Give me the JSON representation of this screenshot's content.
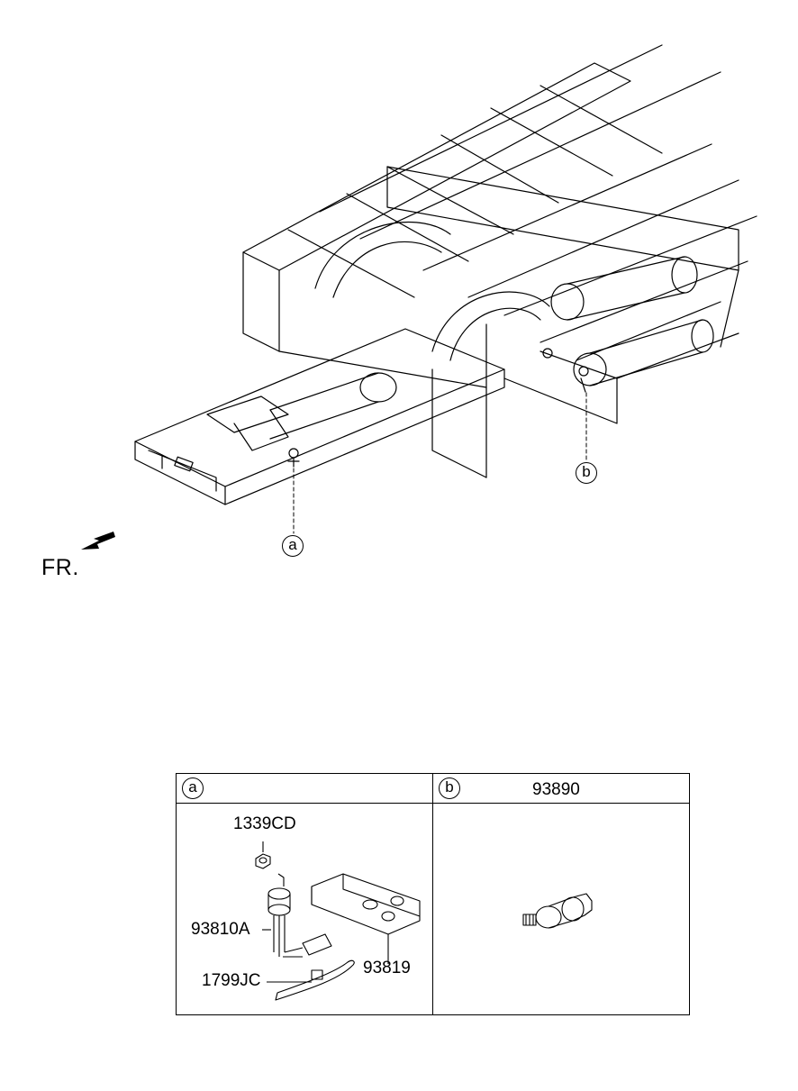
{
  "diagram": {
    "front_indicator": "FR.",
    "callouts": [
      {
        "id": "a",
        "label": "a"
      },
      {
        "id": "b",
        "label": "b"
      }
    ]
  },
  "parts_table": {
    "cell_a": {
      "marker": "a",
      "parts": {
        "nut": "1339CD",
        "sensor": "93810A",
        "bracket": "93819",
        "cable_tie": "1799JC"
      }
    },
    "cell_b": {
      "marker": "b",
      "part_number": "93890"
    }
  }
}
